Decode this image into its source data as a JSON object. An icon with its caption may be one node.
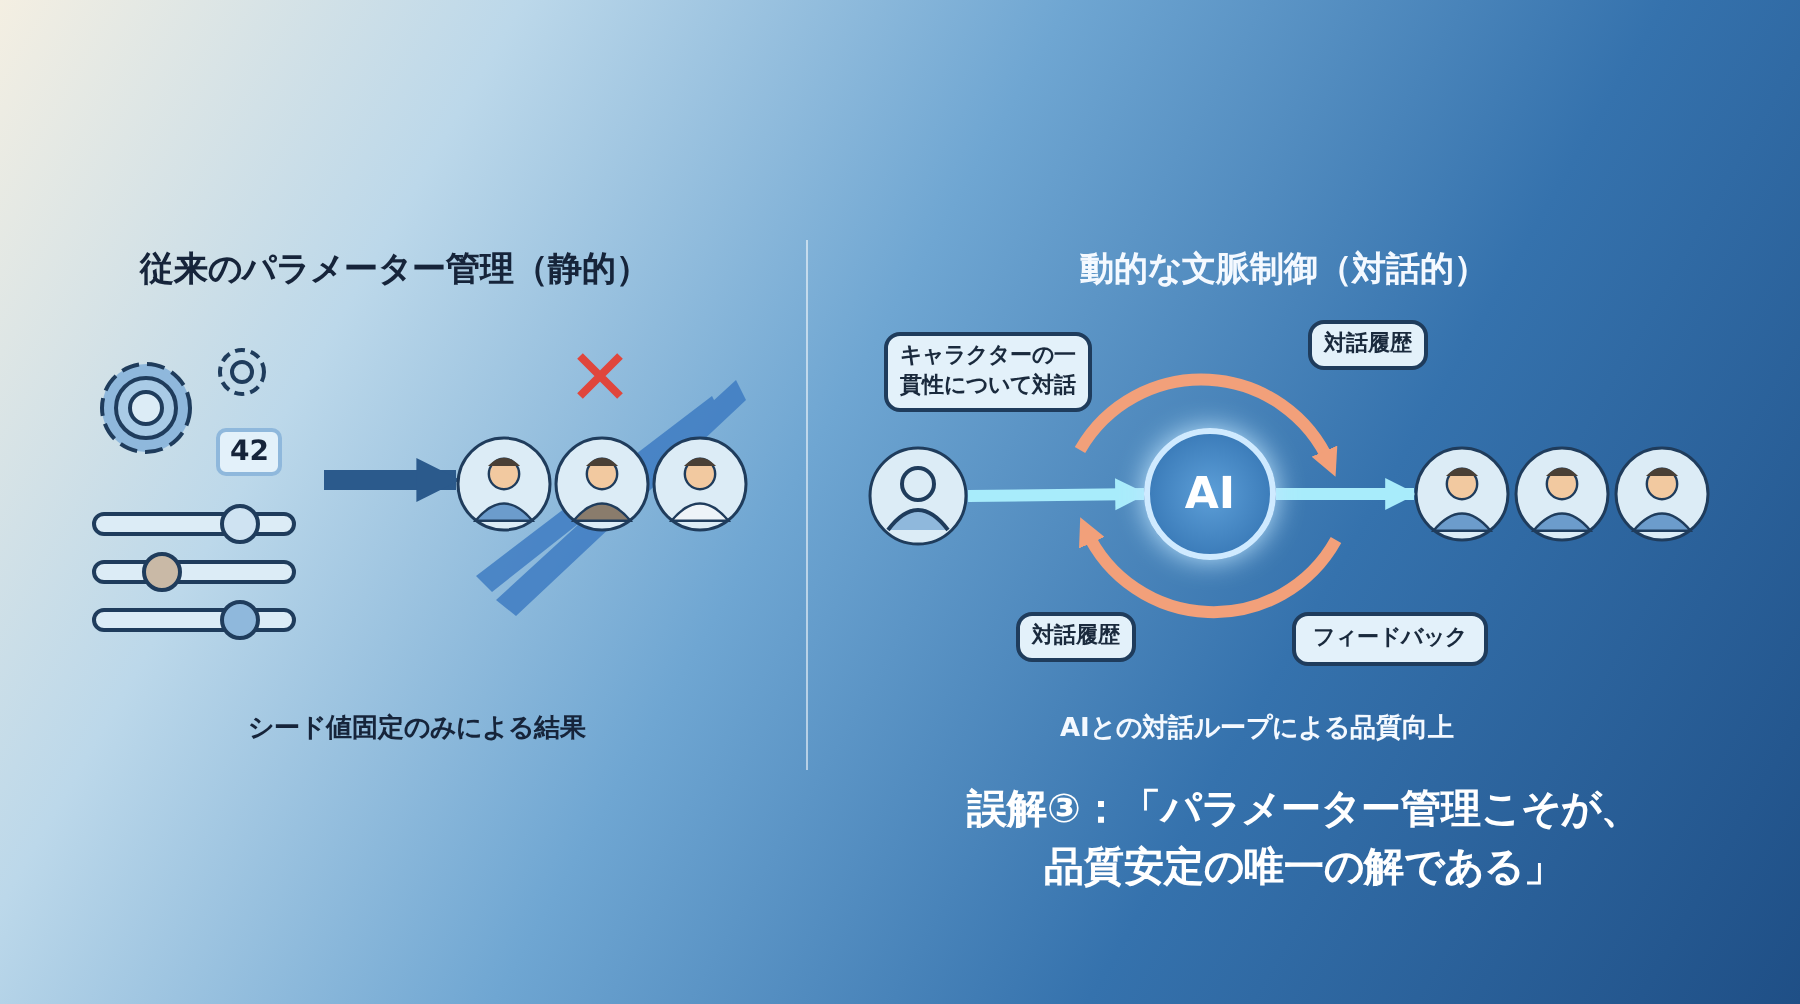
{
  "diagram": {
    "nodes": [
      {
        "text": [],
        "shape": "picture"
      },
      {
        "text": [],
        "shape": "picture"
      },
      {
        "text": [],
        "shape": "person"
      },
      {
        "text": [
          "AI"
        ]
      },
      {
        "text": [],
        "shape": "picture"
      },
      {
        "text": [
          "キャラクターの一貫性について対話"
        ]
      },
      {
        "text": [
          "対話履歴"
        ]
      },
      {
        "text": [
          "対話履歴"
        ]
      },
      {
        "text": [
          "フィードバック"
        ]
      }
    ],
    "edges": [
      {
        "from": 0,
        "to": 1,
        "arrow": "to",
        "color": "#2b5a8c"
      },
      {
        "from": 2,
        "to": 3,
        "arrow": "to"
      },
      {
        "from": 3,
        "to": 4,
        "arrow": "to"
      }
    ],
    "labels": [
      "従来のパラメーター管理（静的）",
      "動的な文脈制御（対話的）",
      "42",
      "シード値固定のみによる結果",
      "AIとの対話ループによる品質向上",
      "誤解③：「パラメーター管理こそが、品質安定の唯一の解である」"
    ]
  }
}
